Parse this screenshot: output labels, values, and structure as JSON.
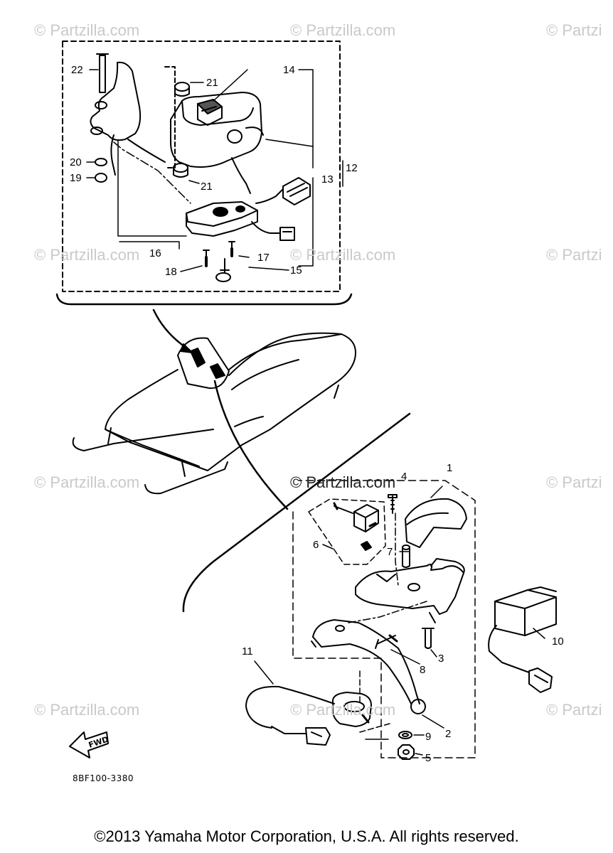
{
  "watermarks": [
    "© Partzilla.com",
    "© Partzilla.com",
    "© Partzi",
    "© Partzilla.com",
    "© Partzilla.com",
    "© Partzi",
    "© Partzilla.com",
    "© Partzi",
    "© Partzilla.com",
    "© Partzilla.com",
    "© Partzi"
  ],
  "center_watermark": "© Partzilla.com",
  "callouts": [
    "1",
    "2",
    "3",
    "4",
    "5",
    "6",
    "7",
    "8",
    "9",
    "10",
    "11",
    "12",
    "13",
    "14",
    "15",
    "16",
    "17",
    "18",
    "19",
    "20",
    "21",
    "21",
    "22"
  ],
  "fwd_label": "FWD",
  "diagram_code": "8BF100-3380",
  "footer": "©2013 Yamaha Motor Corporation, U.S.A. All rights reserved."
}
